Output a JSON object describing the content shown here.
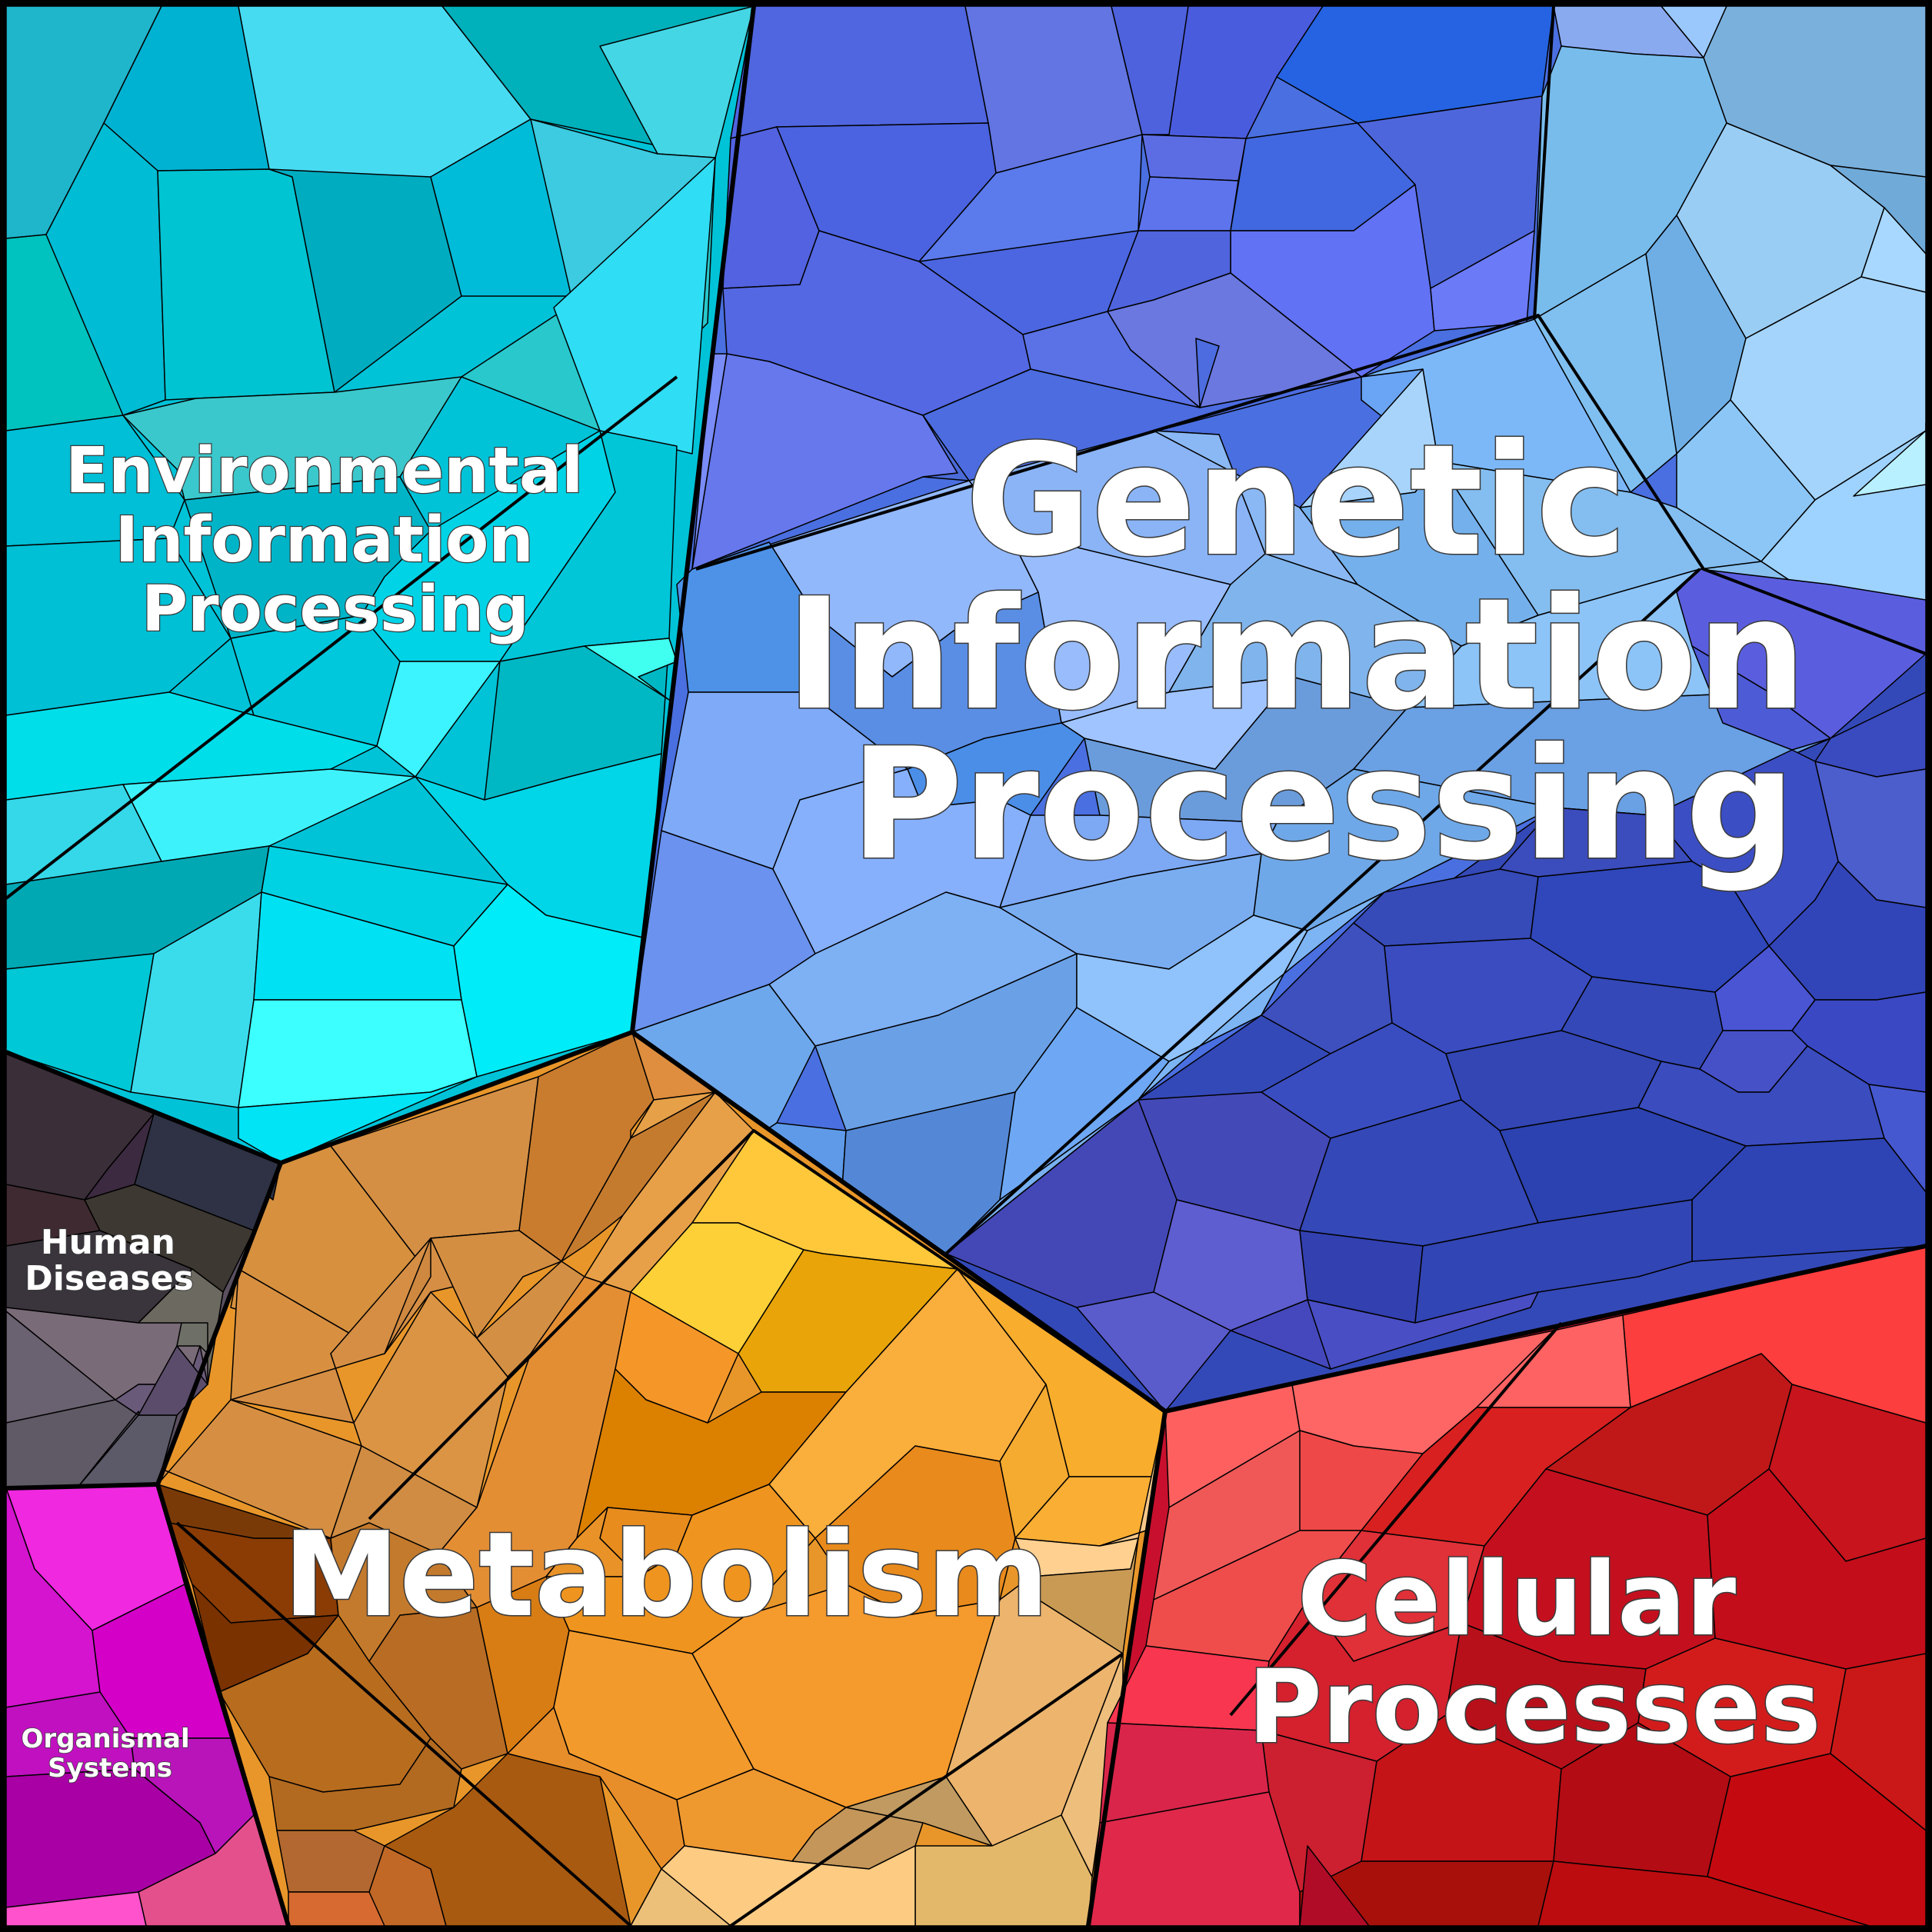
{
  "diagram": {
    "type": "voronoi treemap",
    "categories": [
      {
        "id": "environmental",
        "label_lines": [
          "Environmental",
          "Information",
          "Processing"
        ],
        "color": "#00C8DC"
      },
      {
        "id": "genetic",
        "label_lines": [
          "Genetic",
          "Information",
          "Processing"
        ],
        "color": "#4A6FE0"
      },
      {
        "id": "metabolism",
        "label_lines": [
          "Metabolism"
        ],
        "color": "#E8962A"
      },
      {
        "id": "cellular",
        "label_lines": [
          "Cellular",
          "Processes"
        ],
        "color": "#C8102E"
      },
      {
        "id": "human-diseases",
        "label_lines": [
          "Human",
          "Diseases"
        ],
        "color": "#5A5060"
      },
      {
        "id": "organismal",
        "label_lines": [
          "Organismal",
          "Systems"
        ],
        "color": "#D21EC8"
      }
    ]
  }
}
